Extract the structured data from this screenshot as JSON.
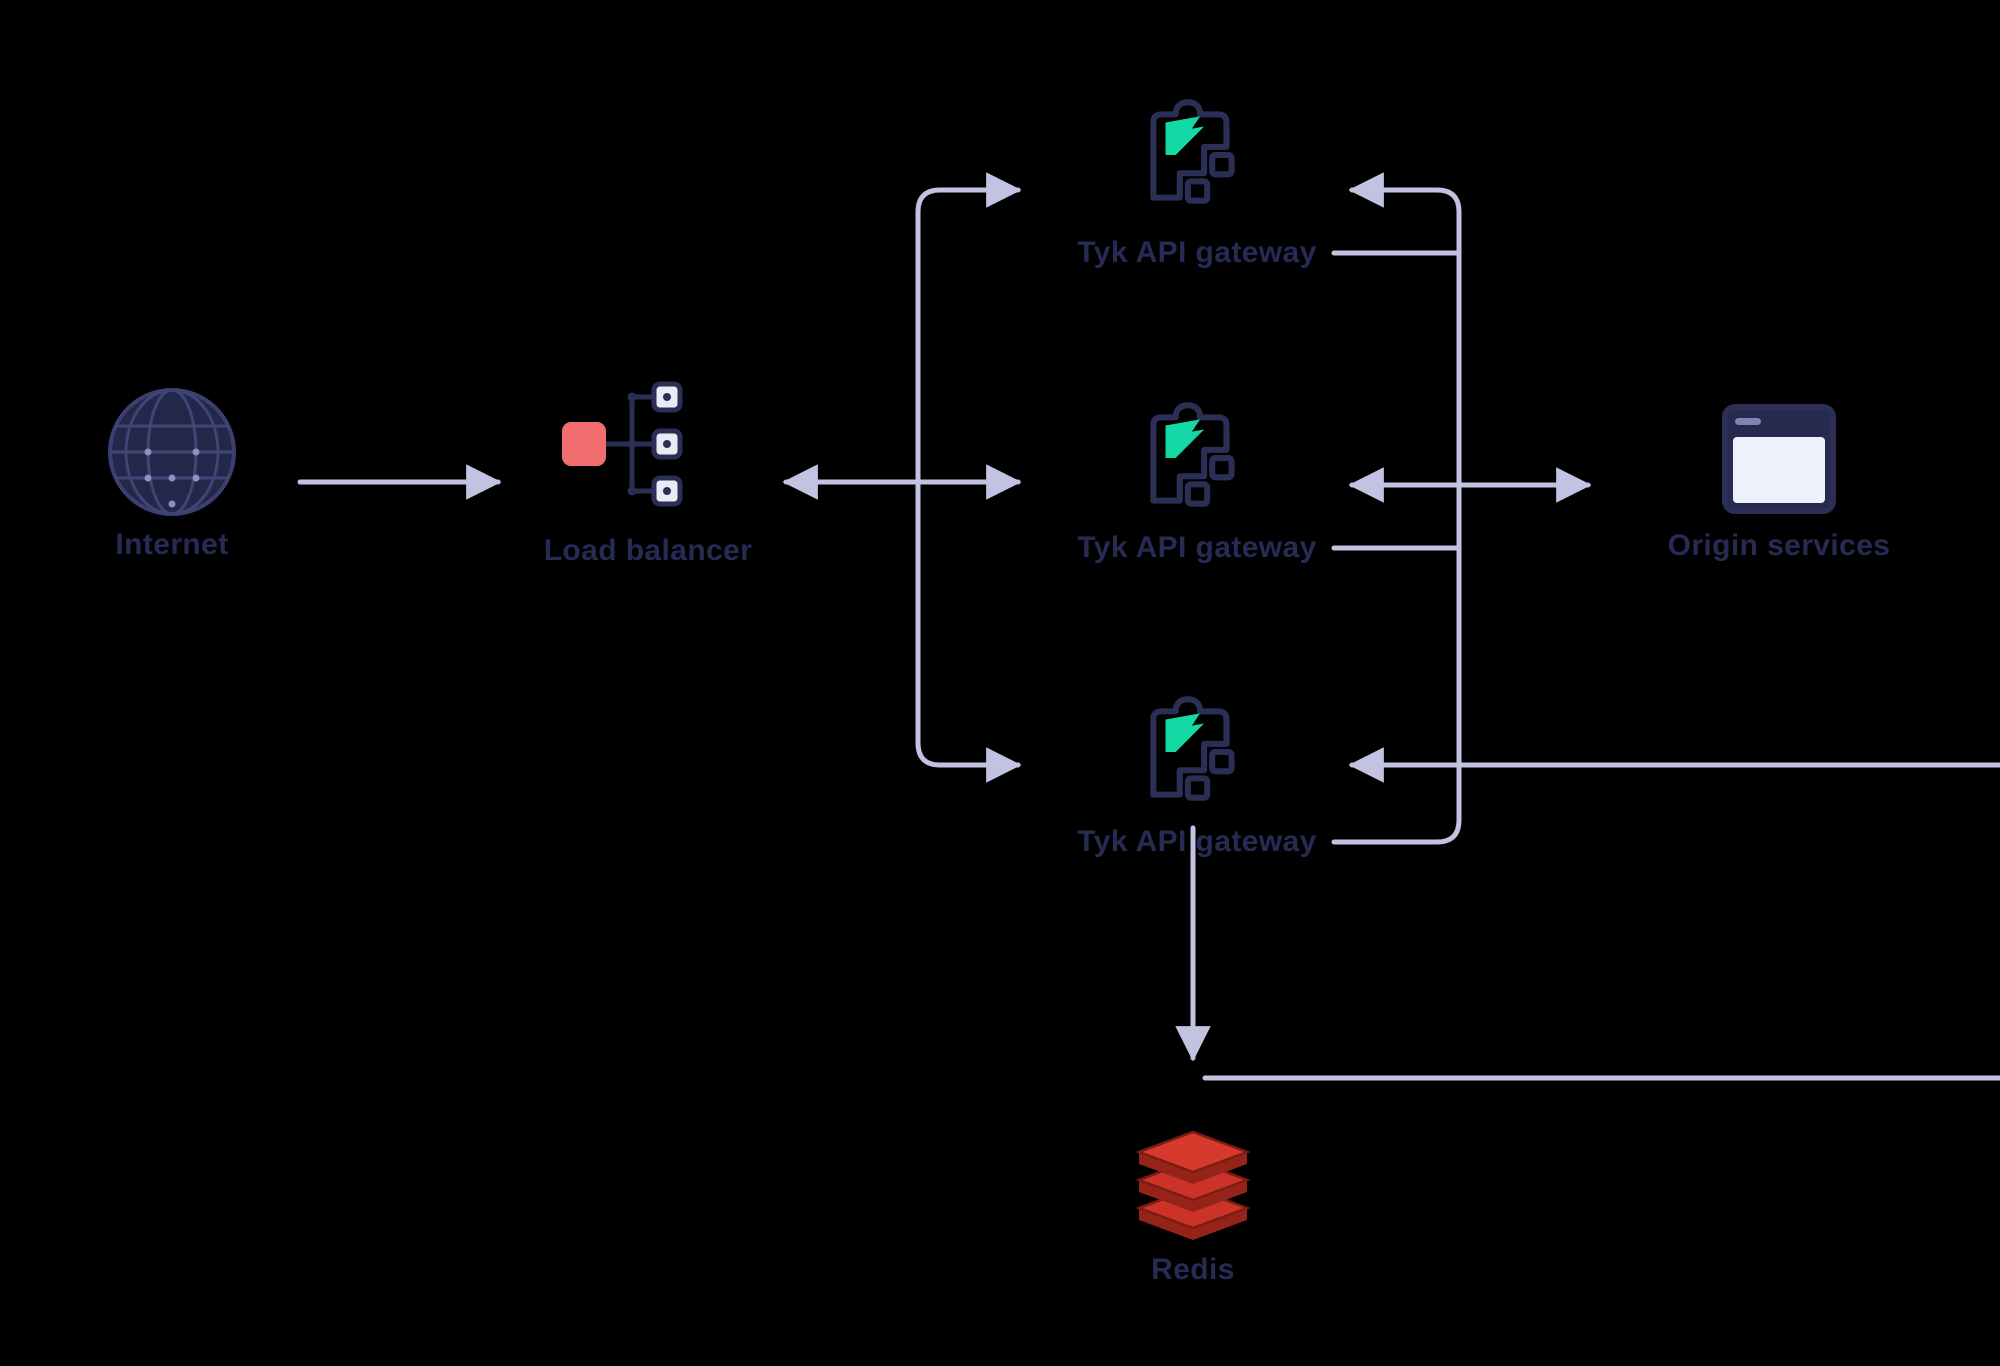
{
  "diagram": {
    "nodes": {
      "internet": {
        "label": "Internet",
        "icon": "globe-icon"
      },
      "load_balancer": {
        "label": "Load balancer",
        "icon": "load-balancer-icon"
      },
      "gateway_top": {
        "label": "Tyk API gateway",
        "icon": "tyk-puzzle-icon"
      },
      "gateway_middle": {
        "label": "Tyk API gateway",
        "icon": "tyk-puzzle-icon"
      },
      "gateway_bottom": {
        "label": "Tyk API gateway",
        "icon": "tyk-puzzle-icon"
      },
      "origin_services": {
        "label": "Origin services",
        "icon": "browser-window-icon"
      },
      "redis": {
        "label": "Redis",
        "icon": "redis-icon"
      }
    },
    "colors": {
      "background": "#000000",
      "connector": "#c2c3e0",
      "label_text": "#272b54",
      "icon_outline": "#2b2f55",
      "tyk_teal": "#14d8a4",
      "load_balancer_red": "#f26d6d",
      "redis_red": "#cb3328",
      "window_fill": "#eef0fa"
    }
  }
}
